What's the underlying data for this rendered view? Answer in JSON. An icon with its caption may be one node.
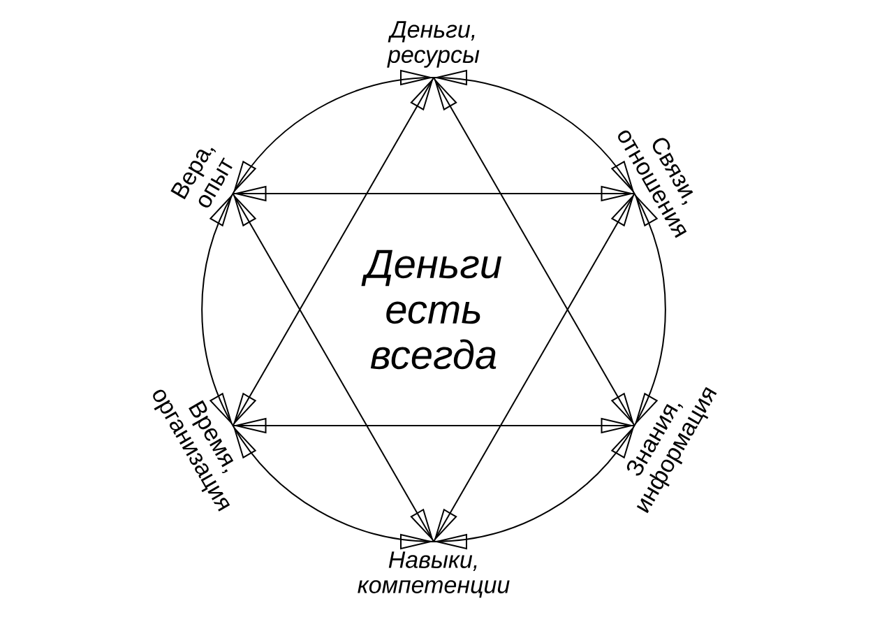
{
  "diagram": {
    "title": "Деньги есть всегда",
    "nodes": [
      {
        "text": [
          "Деньги, ресурсы"
        ]
      },
      {
        "text": [
          "Вера, опыт"
        ]
      },
      {
        "text": [
          "Связи, отношения"
        ]
      },
      {
        "text": [
          "Время, организация"
        ]
      },
      {
        "text": [
          "Знания, информация"
        ]
      },
      {
        "text": [
          "Навыки, компетенции"
        ]
      }
    ],
    "edges": [
      {
        "from": 0,
        "to": 1,
        "arrow": "both"
      },
      {
        "from": 0,
        "to": 2,
        "arrow": "both"
      },
      {
        "from": 0,
        "to": 3,
        "arrow": "both"
      },
      {
        "from": 0,
        "to": 4,
        "arrow": "both"
      },
      {
        "from": 1,
        "to": 2,
        "arrow": "both"
      },
      {
        "from": 1,
        "to": 3,
        "arrow": "both"
      },
      {
        "from": 1,
        "to": 5,
        "arrow": "both"
      },
      {
        "from": 2,
        "to": 4,
        "arrow": "both"
      },
      {
        "from": 2,
        "to": 5,
        "arrow": "both"
      },
      {
        "from": 3,
        "to": 4,
        "arrow": "both"
      },
      {
        "from": 3,
        "to": 5,
        "arrow": "both"
      },
      {
        "from": 4,
        "to": 5,
        "arrow": "both"
      }
    ]
  }
}
